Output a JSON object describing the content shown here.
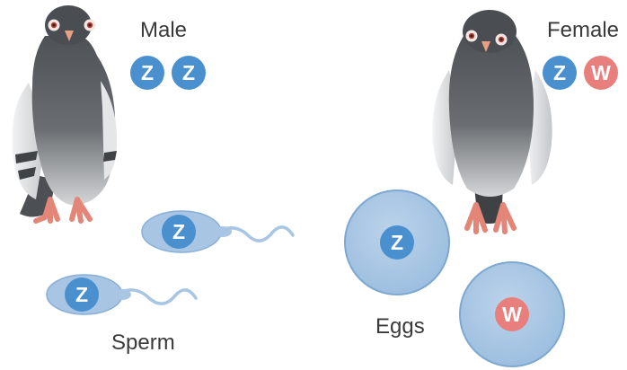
{
  "male": {
    "label": "Male",
    "chromosomes": [
      {
        "letter": "Z",
        "color": "#4a90cf"
      },
      {
        "letter": "Z",
        "color": "#4a90cf"
      }
    ]
  },
  "female": {
    "label": "Female",
    "chromosomes": [
      {
        "letter": "Z",
        "color": "#4a90cf"
      },
      {
        "letter": "W",
        "color": "#e87f7c"
      }
    ]
  },
  "sperm": {
    "label": "Sperm",
    "cells": [
      {
        "letter": "Z",
        "color": "#4a90cf"
      },
      {
        "letter": "Z",
        "color": "#4a90cf"
      }
    ]
  },
  "eggs": {
    "label": "Eggs",
    "cells": [
      {
        "letter": "Z",
        "color": "#4a90cf"
      },
      {
        "letter": "W",
        "color": "#e87f7c"
      }
    ]
  },
  "colors": {
    "z_chromosome": "#4a90cf",
    "w_chromosome": "#e87f7c",
    "cell_fill": "#a8c6e4",
    "cell_stroke": "#7ea7d1",
    "pigeon_body": "#5e6266",
    "pigeon_belly": "#8a8e92",
    "pigeon_wing": "#d8dadc",
    "pigeon_feet": "#e38678"
  }
}
